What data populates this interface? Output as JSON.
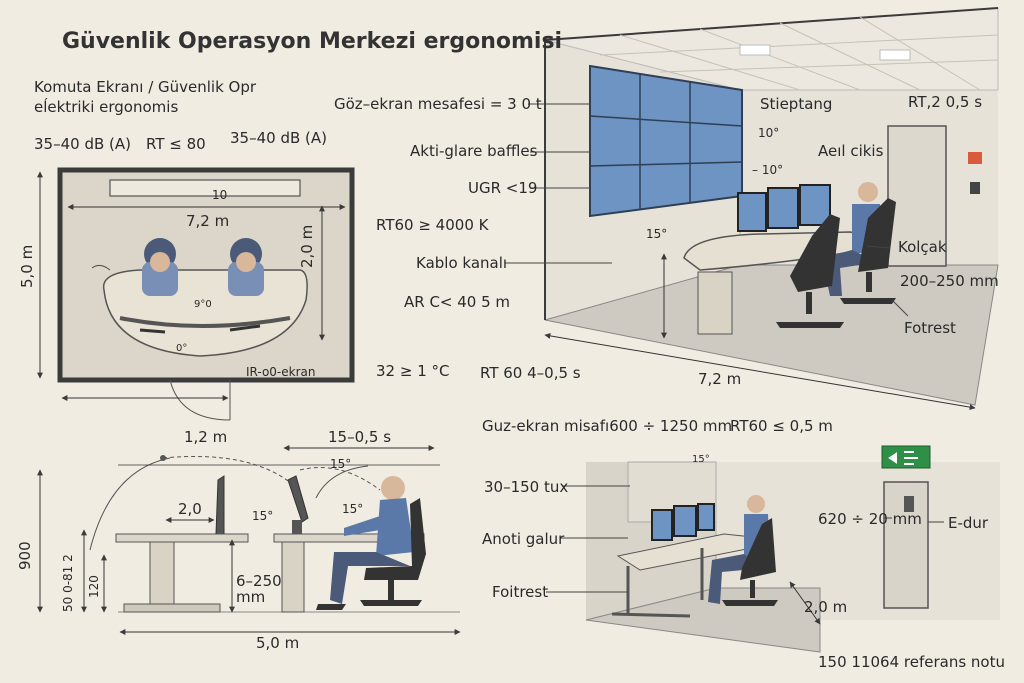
{
  "title": "Güvenlik Operasyon Merkezi ergonomisi",
  "subtitle_line1": "Komuta Ekranı / Güvenlik Opr",
  "subtitle_line2": "eĺektriki ergonomis",
  "plan": {
    "noise_left": "35–40 dB (A)",
    "rt_left": "RT ≤ 80",
    "noise_right": "35–40 dB (A)",
    "wall_label": "10",
    "width_inner": "7,2 m",
    "height_right": "2,0 m",
    "height_left": "5,0 m",
    "arc_label_1": "9°0",
    "arc_label_2": "0°",
    "screen_label": "IR-o0-ekran",
    "bottom_dim": "1,2 m"
  },
  "room": {
    "label_distance": "Göz–ekran mesafesi = 3 0 t",
    "label_glare": "Akti-glare baffles",
    "label_ugr": "UGR <19",
    "label_rt60": "RT60 ≥ 4000 K",
    "label_cable": "Kablo kanalı",
    "label_arc": "AR C< 40 5 m",
    "label_stieptang": "Stieptang",
    "label_rt_right": "RT,2 0,5 s",
    "label_exit": "Aeıl cikis",
    "label_kolcak": "Kolçak",
    "label_kolcak_dim": "200–250 mm",
    "label_fotrest": "Fotrest",
    "angle_10a": "10°",
    "angle_10b": "– 10°",
    "angle_15": "15°",
    "width": "7,2 m",
    "temp": "32 ≥ 1 °C",
    "rt_bottom": "RT 60 4–0,5 s"
  },
  "side": {
    "top_dim": "15–0,5 s",
    "angle_15a": "15°",
    "angle_15b": "15°",
    "angle_15c": "15°",
    "dim_20": "2,0",
    "height_900": "900",
    "height_range": "50 0-81 2",
    "height_120": "120",
    "leg_dim": "6–250\nmm",
    "leg_dim_a": "6–250",
    "leg_dim_b": "mm",
    "width": "5,0 m"
  },
  "small": {
    "distance": "Guz-ekran misafı600 ÷ 1250 mm",
    "rt": "RT60 ≤ 0,5 m",
    "lux": "30–150 tux",
    "glare": "Anoti galur",
    "footrest": "Foitrest",
    "door_dim": "620 ÷ 20 mm",
    "door_label": "E-dur",
    "depth": "2,0 m",
    "angle": "15°"
  },
  "footer": "150 11064 referans notu",
  "colors": {
    "screen": "#6d94c2",
    "wall": "#e7e2d8",
    "floor": "#cfcac1",
    "line": "#3b3b3b",
    "exit": "#2f8f46"
  }
}
